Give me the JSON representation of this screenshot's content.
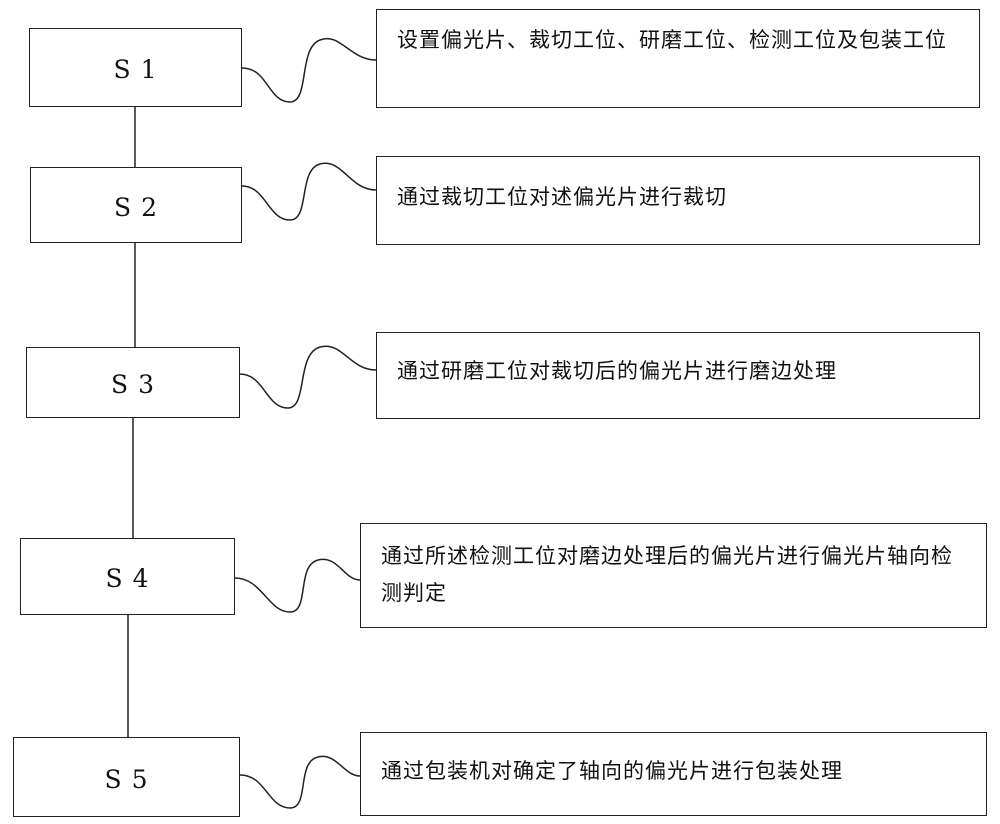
{
  "steps": [
    {
      "label": "S 1",
      "description": "设置偏光片、裁切工位、研磨工位、检测工位及包装工位"
    },
    {
      "label": "S 2",
      "description": "通过裁切工位对述偏光片进行裁切"
    },
    {
      "label": "S 3",
      "description": "通过研磨工位对裁切后的偏光片进行磨边处理"
    },
    {
      "label": "S 4",
      "description": "通过所述检测工位对磨边处理后的偏光片进行偏光片轴向检测判定"
    },
    {
      "label": "S 5",
      "description": "通过包装机对确定了轴向的偏光片进行包装处理"
    }
  ]
}
